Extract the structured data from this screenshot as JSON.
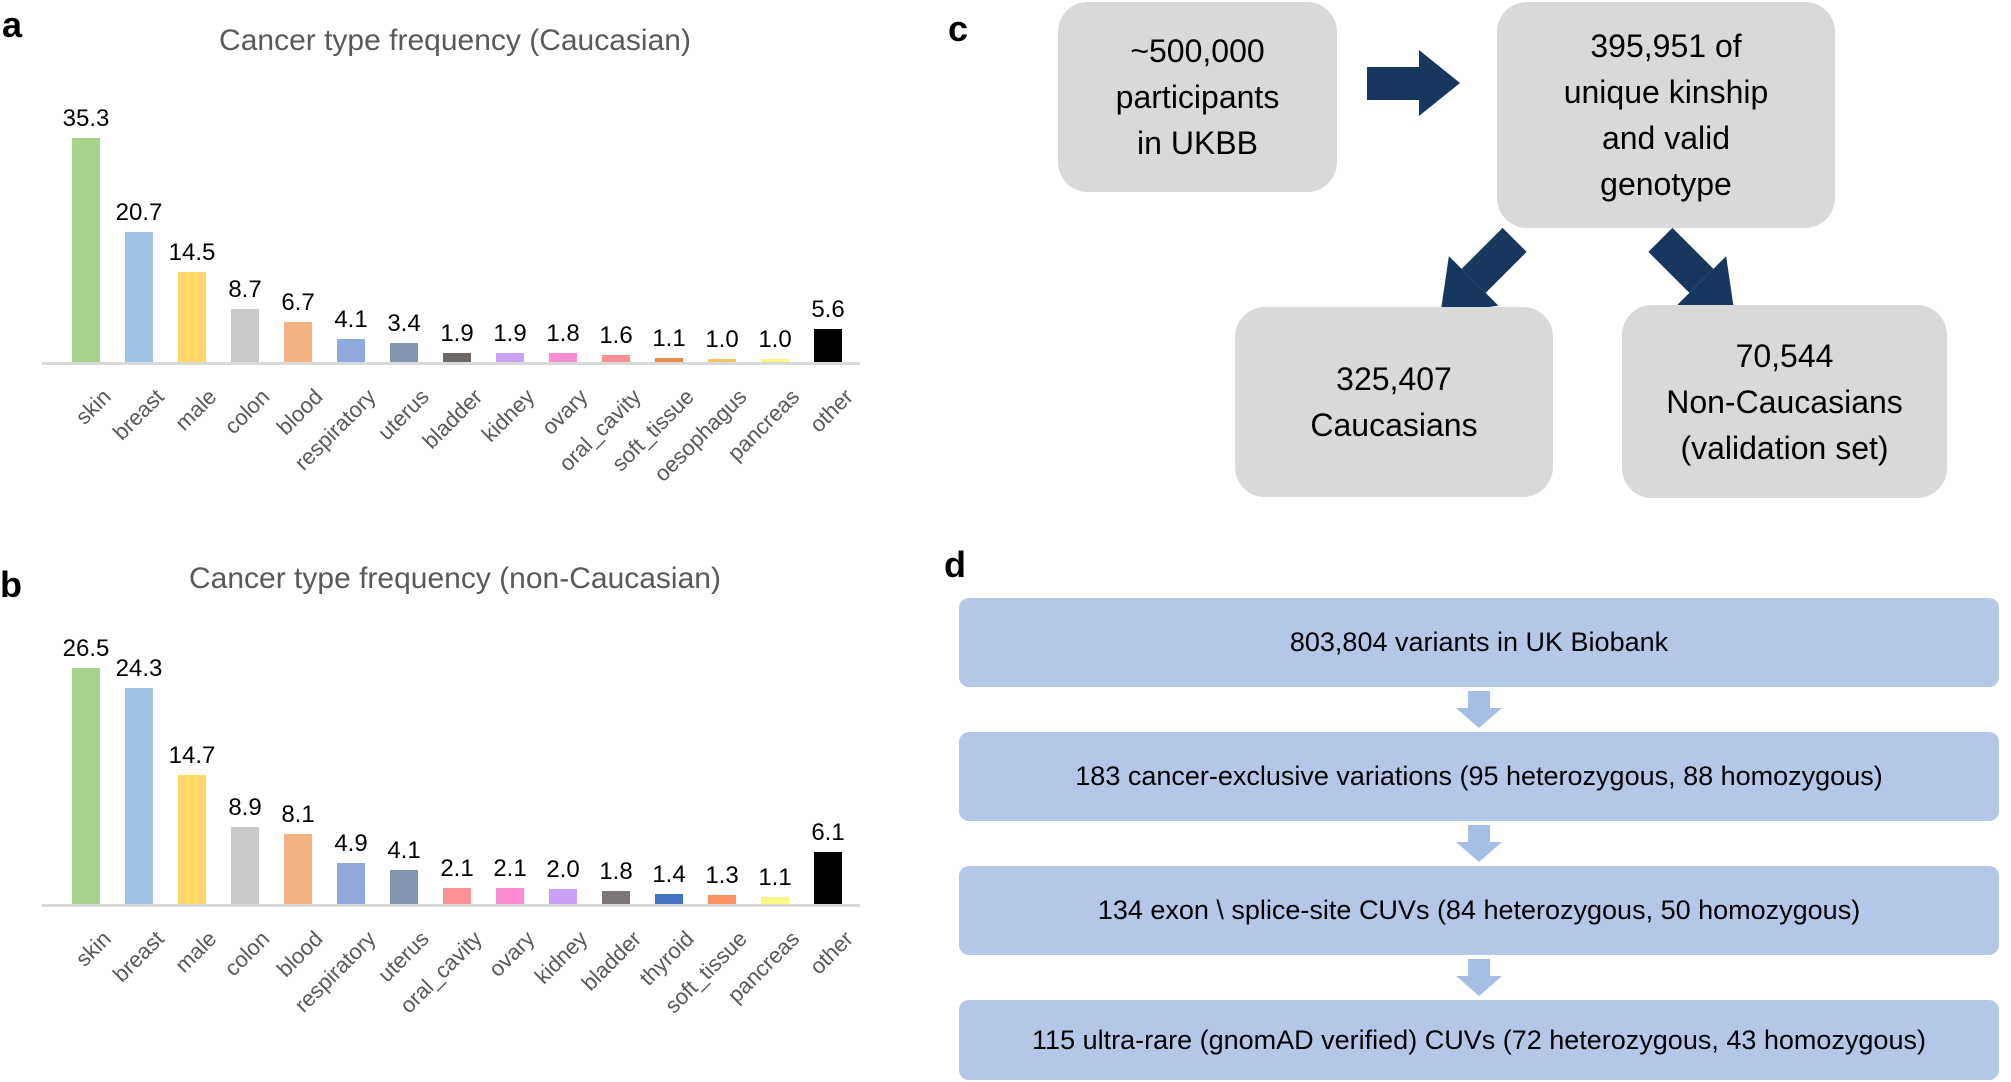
{
  "colors": {
    "flow_box_gray": "#D9D9D9",
    "flow_arrow_navy": "#17375E",
    "pipeline_box_blue": "#B4C7E7",
    "pipeline_arrow_blue": "#A8BDE3",
    "axis_line": "#D9D9D9",
    "label_gray": "#595959"
  },
  "panel_a": {
    "letter": "a",
    "title": "Cancer type frequency (Caucasian)"
  },
  "panel_b": {
    "letter": "b",
    "title": "Cancer type frequency (non-Caucasian)"
  },
  "panel_c": {
    "letter": "c",
    "boxes": [
      {
        "name": "ukbb-participants",
        "lines": [
          "~500,000",
          "participants",
          "in UKBB"
        ]
      },
      {
        "name": "unique-kinship",
        "lines": [
          "395,951 of",
          "unique kinship",
          "and valid",
          "genotype"
        ]
      },
      {
        "name": "caucasians",
        "lines": [
          "325,407",
          "Caucasians"
        ]
      },
      {
        "name": "non-caucasians",
        "lines": [
          "70,544",
          "Non-Caucasians",
          "(validation set)"
        ]
      }
    ]
  },
  "panel_d": {
    "letter": "d",
    "steps": [
      "803,804 variants in UK Biobank",
      "183 cancer-exclusive variations (95 heterozygous, 88 homozygous)",
      "134 exon \\ splice-site CUVs (84 heterozygous, 50 homozygous)",
      "115 ultra-rare (gnomAD verified) CUVs (72 heterozygous, 43 homozygous)"
    ]
  },
  "chart_data": [
    {
      "type": "bar",
      "panel": "a",
      "title": "Cancer type frequency (Caucasian)",
      "categories": [
        "skin",
        "breast",
        "male",
        "colon",
        "blood",
        "respiratory",
        "uterus",
        "bladder",
        "kidney",
        "ovary",
        "oral_cavity",
        "soft_tissue",
        "oesophagus",
        "pancreas",
        "other"
      ],
      "values": [
        35.3,
        20.7,
        14.5,
        8.7,
        6.7,
        4.1,
        3.4,
        1.9,
        1.9,
        1.8,
        1.6,
        1.1,
        1.0,
        1.0,
        5.6
      ],
      "bar_colors": [
        "#A9D18E",
        "#9DC3E6",
        "#FFD966",
        "#C9C9C9",
        "#F4B183",
        "#8FAADC",
        "#8496B0",
        "#6E6964",
        "#C9A0F5",
        "#FF8BD2",
        "#FF9196",
        "#F1874B",
        "#FFC55F",
        "#FBF884",
        "#000000"
      ],
      "xlabel": "",
      "ylabel": "",
      "ylim": [
        0,
        40
      ],
      "y_axis_shown": false,
      "grid": false,
      "value_labels_shown": true,
      "x_tick_rotation": 45,
      "legend_position": "none"
    },
    {
      "type": "bar",
      "panel": "b",
      "title": "Cancer type frequency (non-Caucasian)",
      "categories": [
        "skin",
        "breast",
        "male",
        "colon",
        "blood",
        "respiratory",
        "uterus",
        "oral_cavity",
        "ovary",
        "kidney",
        "bladder",
        "thyroid",
        "soft_tissue",
        "pancreas",
        "other"
      ],
      "values": [
        26.5,
        24.3,
        14.7,
        8.9,
        8.1,
        4.9,
        4.1,
        2.1,
        2.1,
        2.0,
        1.8,
        1.4,
        1.3,
        1.1,
        6.1
      ],
      "bar_colors": [
        "#A9D18E",
        "#9DC3E6",
        "#FFD966",
        "#C9C9C9",
        "#F4B183",
        "#8FAADC",
        "#8496B0",
        "#FF9196",
        "#FF8BD2",
        "#C9A0F5",
        "#7D7777",
        "#4472C4",
        "#FB9160",
        "#FBF884",
        "#000000"
      ],
      "xlabel": "",
      "ylabel": "",
      "ylim": [
        0,
        30
      ],
      "y_axis_shown": false,
      "grid": false,
      "value_labels_shown": true,
      "x_tick_rotation": 45,
      "legend_position": "none"
    }
  ]
}
